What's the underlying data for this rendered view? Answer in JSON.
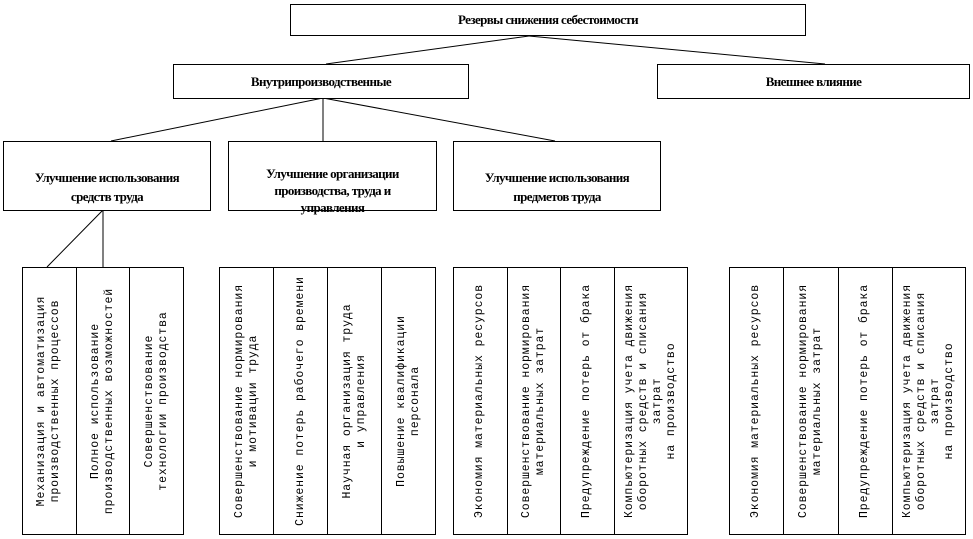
{
  "root": {
    "title": "Резервы снижения себестоимости"
  },
  "level1": {
    "internal": "Внутрипроизводственные",
    "external": "Внешнее влияние"
  },
  "level2": [
    "Улучшение использования\nсредств труда",
    "Улучшение организации\nпроизводства, труда и\nуправления",
    "Улучшение использования\nпредметов труда"
  ],
  "groups": [
    {
      "items": [
        "Механизация и автоматизация\nпроизводственных процессов",
        "Полное использование\nпроизводственных возможностей",
        "Совершенствование\nтехнологии производства"
      ]
    },
    {
      "items": [
        "Совершенствование нормирования\nи мотивации труда",
        "Снижение потерь рабочего времени",
        "Научная организация труда\nи управления",
        "Повышение квалификации\nперсонала"
      ]
    },
    {
      "items": [
        "Экономия материальных ресурсов",
        "Совершенствование нормирования\nматериальных затрат",
        "Предупреждение потерь от брака",
        "Компьютеризация учета движения\nоборотных средств и списания затрат\nна производство"
      ]
    },
    {
      "items": [
        "Экономия материальных ресурсов",
        "Совершенствование нормирования\nматериальных затрат",
        "Предупреждение потерь от брака",
        "Компьютеризация учета движения\nоборотных средств и списания затрат\nна производство"
      ]
    }
  ]
}
